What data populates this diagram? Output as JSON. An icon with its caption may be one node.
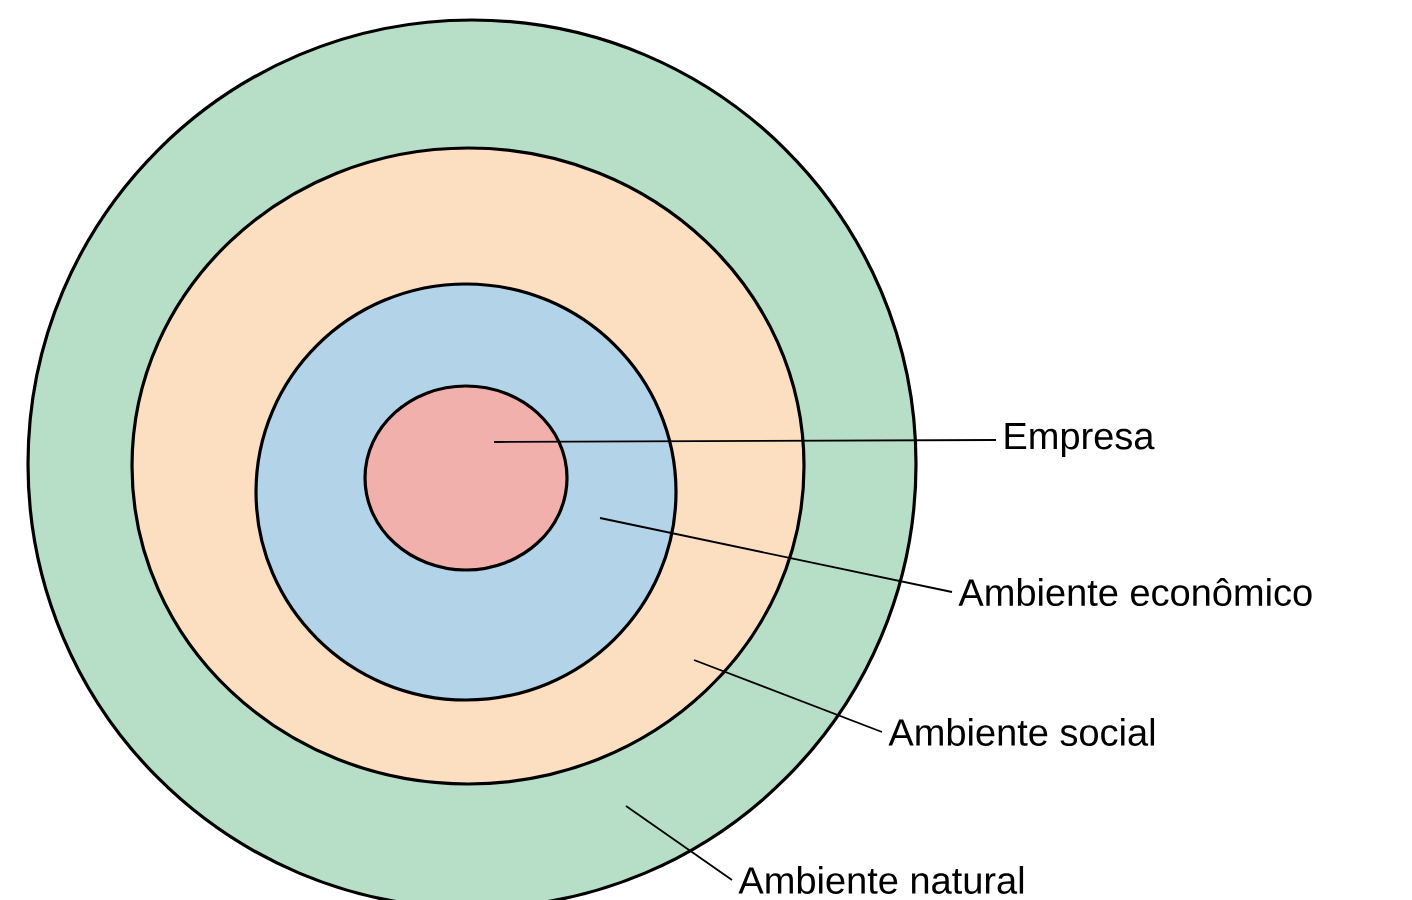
{
  "diagram": {
    "nodes": [
      {
        "text": [],
        "shape": "circle"
      },
      {
        "text": [],
        "shape": "circle",
        "in": 0
      },
      {
        "text": [],
        "shape": "circle",
        "in": 1
      },
      {
        "text": [],
        "shape": "circle",
        "in": 2
      },
      {
        "text": [
          "Empresa"
        ]
      },
      {
        "text": [
          "Ambiente econômico"
        ]
      },
      {
        "text": [
          "Ambiente social"
        ]
      },
      {
        "text": [
          "Ambiente natural"
        ]
      }
    ],
    "edges": [
      {
        "from": 4,
        "to": 3,
        "arrow": "none"
      },
      {
        "from": 5,
        "to": 2,
        "arrow": "none"
      },
      {
        "from": 6,
        "to": 1,
        "arrow": "none"
      },
      {
        "from": 7,
        "to": 0,
        "arrow": "none"
      }
    ]
  }
}
